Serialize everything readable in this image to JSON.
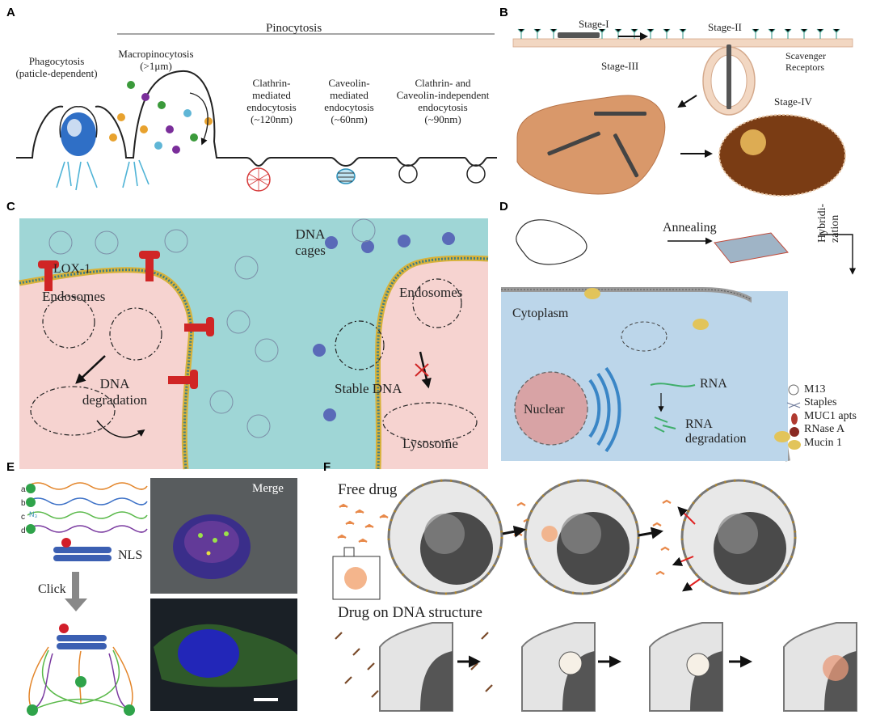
{
  "panel_letters": {
    "a": "A",
    "b": "B",
    "c": "C",
    "d": "D",
    "e": "E",
    "f": "F"
  },
  "panel_a": {
    "pinocytosis": "Pinocytosis",
    "phagocytosis": "Phagocytosis",
    "phagocytosis_note": "(paticle-dependent)",
    "macropinocytosis": "Macropinocytosis",
    "macropinocytosis_size": "(>1μm)",
    "clathrin_1": "Clathrin-",
    "clathrin_2": "mediated",
    "clathrin_3": "endocytosis",
    "clathrin_size": "(~120nm)",
    "caveolin_1": "Caveolin-",
    "caveolin_2": "mediated",
    "caveolin_3": "endocytosis",
    "caveolin_size": "(~60nm)",
    "indep_1": "Clathrin- and",
    "indep_2": "Caveolin-independent",
    "indep_3": "endocytosis",
    "indep_size": "(~90nm)"
  },
  "panel_b": {
    "stage1": "Stage-I",
    "stage2": "Stage-II",
    "stage3": "Stage-III",
    "stage4": "Stage-IV",
    "receptors_1": "Scavenger",
    "receptors_2": "Receptors"
  },
  "panel_c": {
    "dna_cages_1": "DNA",
    "dna_cages_2": "cages",
    "lox1": "LOX-1",
    "endosomes_left": "Endosomes",
    "endosomes_right": "Endosomes",
    "dna_deg_1": "DNA",
    "dna_deg_2": "degradation",
    "stable_dna": "Stable DNA",
    "lysosome": "Lysosome"
  },
  "panel_d": {
    "annealing": "Annealing",
    "hybridization_1": "Hybridi-",
    "hybridization_2": "zation",
    "cytoplasm": "Cytoplasm",
    "nuclear": "Nuclear",
    "rna": "RNA",
    "rna_deg_1": "RNA",
    "rna_deg_2": "degradation",
    "legend": [
      "M13",
      "Staples",
      "MUC1 apts",
      "RNase A",
      "Mucin 1"
    ]
  },
  "panel_e": {
    "strands": [
      "a",
      "b",
      "c",
      "d"
    ],
    "ns_mark": "N₃",
    "nls": "NLS",
    "click": "Click",
    "merge": "Merge"
  },
  "panel_f": {
    "free_drug": "Free drug",
    "drug_on_dna": "Drug on DNA structure"
  },
  "colors": {
    "cyan_bg": "#9fd6d6",
    "pink_bg": "#f6d3d0",
    "cytoplasm_blue": "#bcd6ea",
    "lox1_red": "#d02525",
    "receptor_blue": "#5a6ab8",
    "strand_green": "#31a33a",
    "strand_orange": "#e38c2e",
    "strand_purple": "#7a3aa0",
    "drug_orange": "#e8894a"
  }
}
